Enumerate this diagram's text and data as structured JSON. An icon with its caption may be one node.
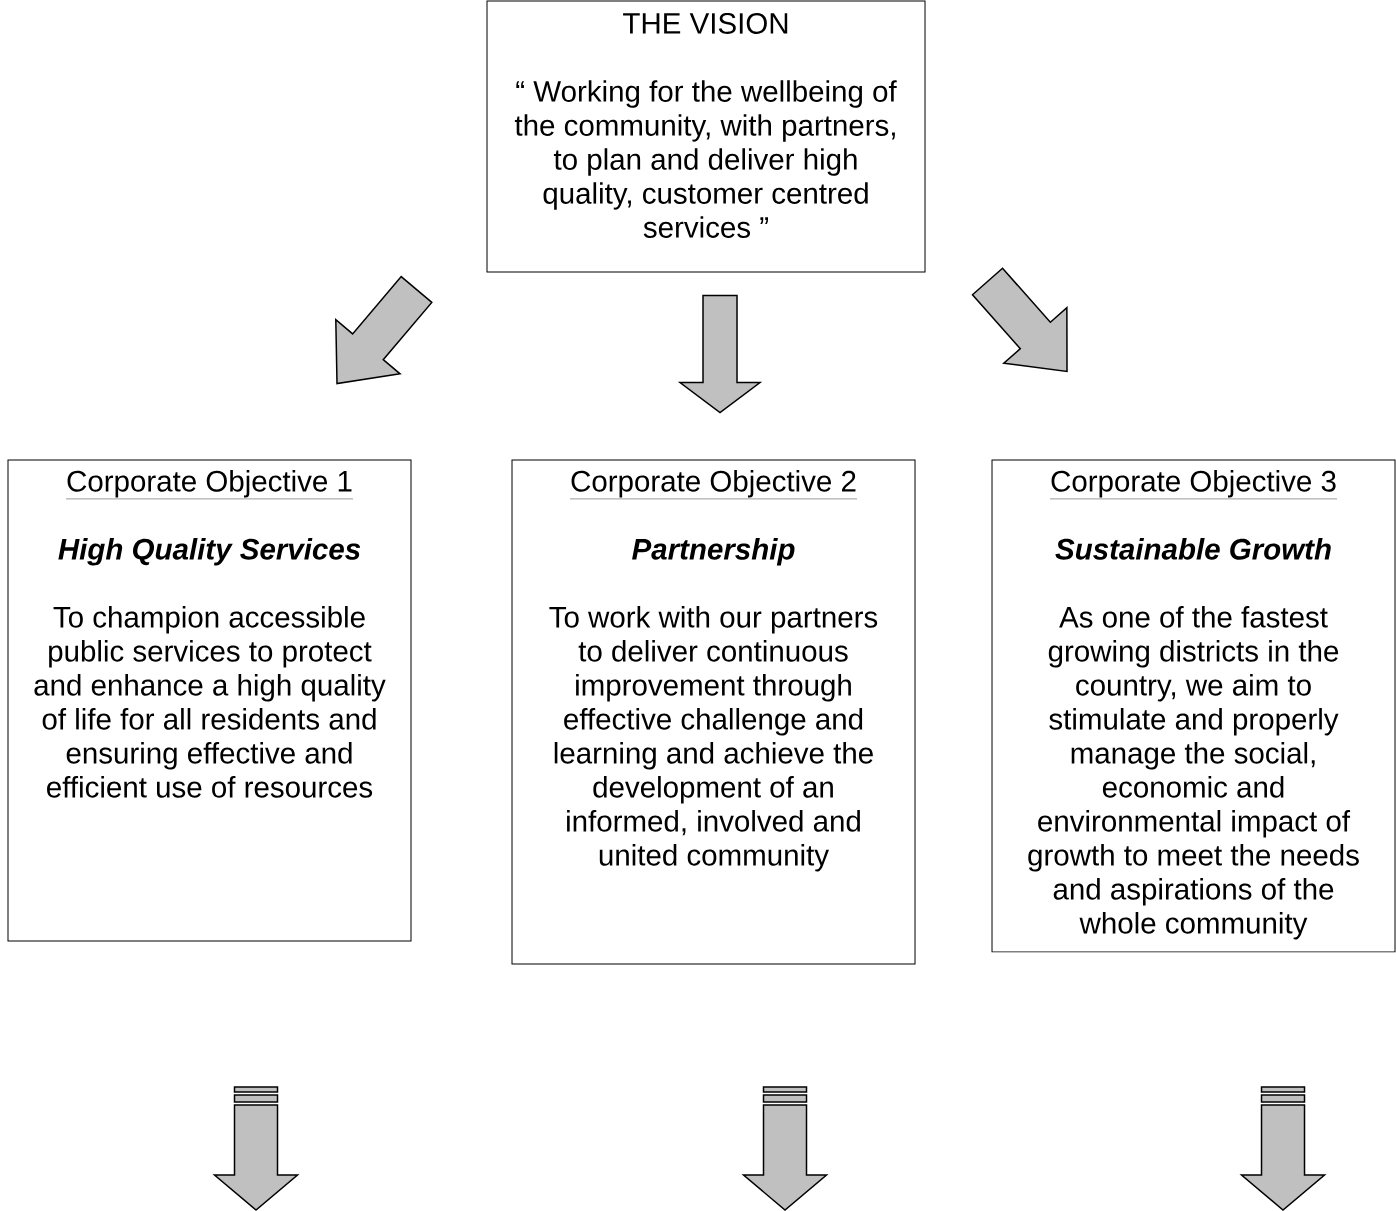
{
  "diagram": {
    "nodes": [
      {
        "text": [
          "THE VISION",
          "“ Working for the wellbeing of the community, with partners, to plan and deliver high quality, customer centred services ”"
        ]
      },
      {
        "text": [
          "Corporate Objective 1",
          "High Quality Services",
          "To champion accessible public services to protect and enhance a high quality of life for all residents and ensuring effective and efficient use of resources"
        ]
      },
      {
        "text": [
          "Corporate Objective 2",
          "Partnership",
          "To work with our partners to deliver continuous improvement through effective challenge and learning and achieve the development of an informed, involved and united community"
        ]
      },
      {
        "text": [
          "Corporate Objective 3",
          "Sustainable Growth",
          "As one of the fastest growing districts in the country, we aim to stimulate and properly manage the social, economic and environmental impact of growth to meet the needs and aspirations of the whole community"
        ]
      }
    ],
    "edges": [
      {
        "from": 0,
        "to": 1,
        "arrow": "to"
      },
      {
        "from": 0,
        "to": 2,
        "arrow": "to"
      },
      {
        "from": 0,
        "to": 3,
        "arrow": "to"
      }
    ]
  }
}
